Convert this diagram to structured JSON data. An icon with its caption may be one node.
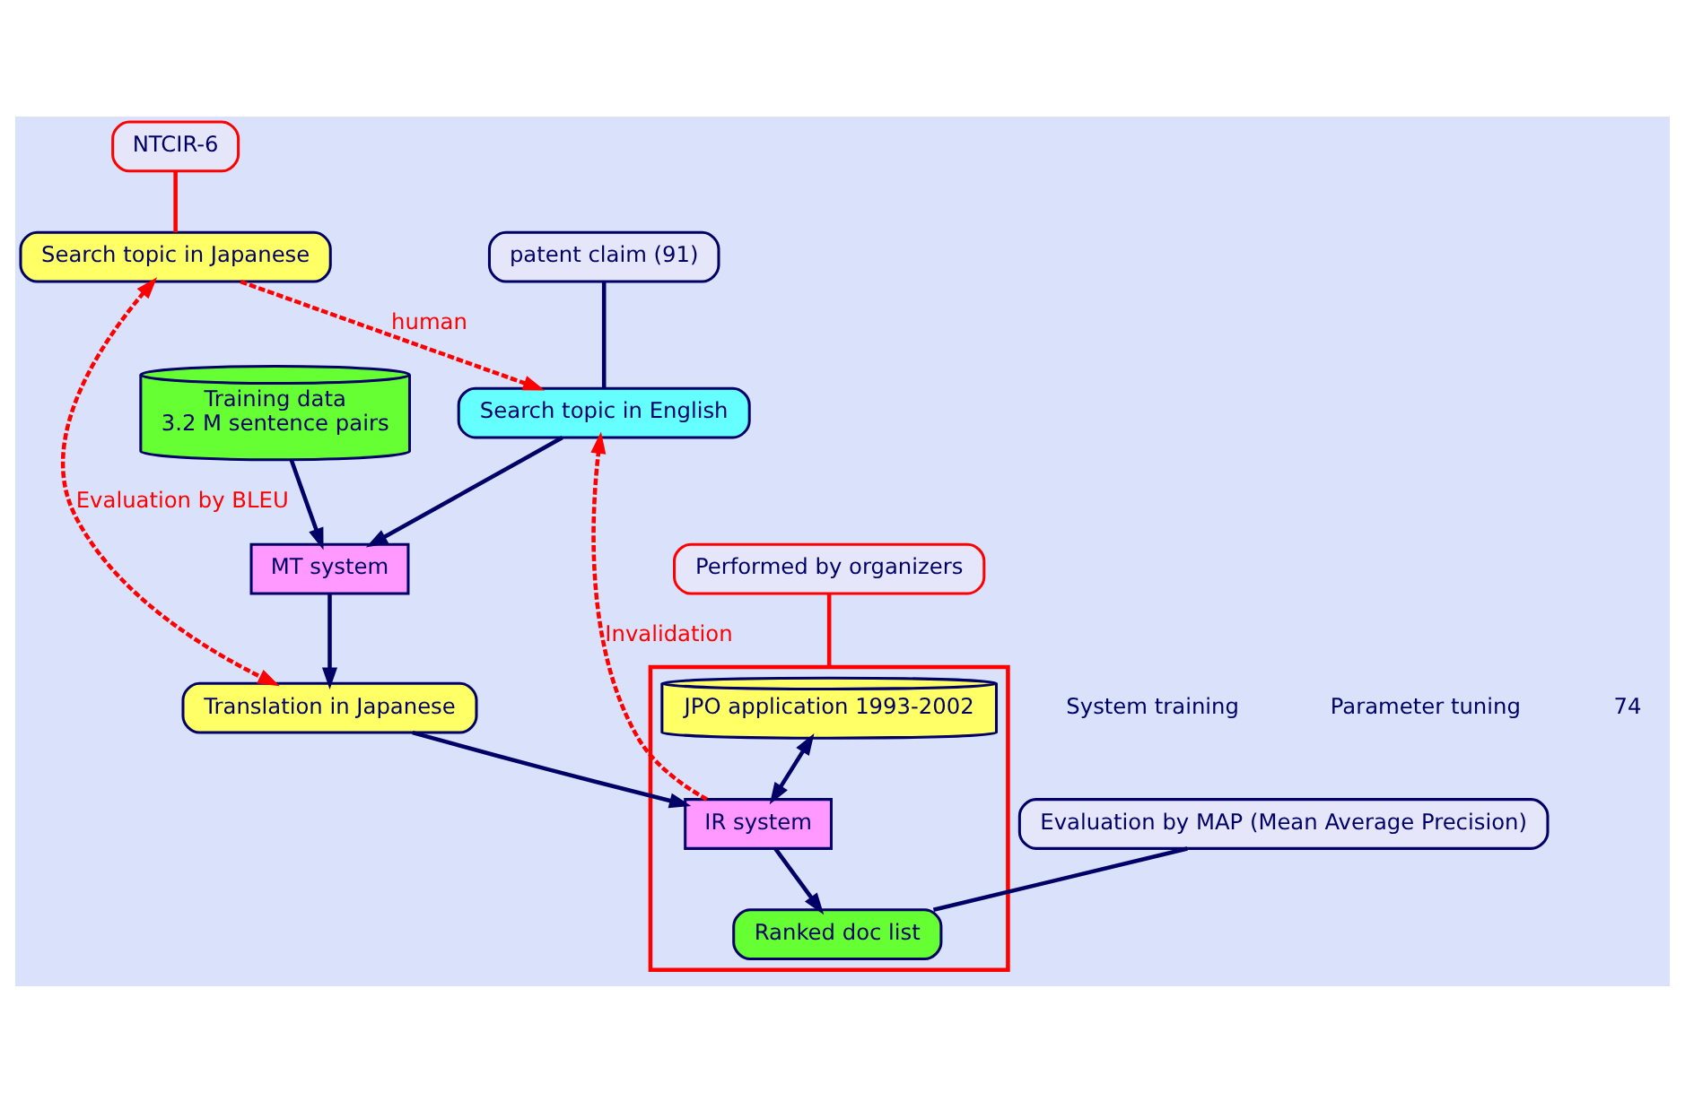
{
  "diagram": {
    "nodes": [
      {
        "text": [
          "NTCIR-6"
        ]
      },
      {
        "text": [
          "Search topic in Japanese"
        ]
      },
      {
        "text": [
          "patent claim (91)"
        ]
      },
      {
        "text": [
          "Search topic in English"
        ]
      },
      {
        "text": [
          "Performed by organizers"
        ]
      },
      {
        "text": [],
        "shape": "box"
      },
      {
        "text": [
          "JPO application 1993-2002"
        ],
        "in": 5
      },
      {
        "text": [
          "Training data",
          "3.2 M sentence pairs"
        ]
      },
      {
        "text": [
          "MT system"
        ]
      },
      {
        "text": [
          "Translation in Japanese"
        ]
      },
      {
        "text": [
          "IR system"
        ],
        "in": 5
      },
      {
        "text": [
          "Ranked doc list"
        ],
        "in": 5
      },
      {
        "text": [
          "Evaluation by MAP (Mean Average Precision)"
        ]
      }
    ],
    "edges": [
      {
        "from": 0,
        "to": 1,
        "arrow": "none",
        "color": "#ff0000"
      },
      {
        "from": 2,
        "to": 3,
        "arrow": "none"
      },
      {
        "from": 4,
        "to": 5,
        "arrow": "none",
        "color": "#ff0000"
      },
      {
        "from": 1,
        "to": 3,
        "arrow": "to",
        "label": "human",
        "style": "dashed",
        "color": "#ff0000"
      },
      {
        "from": 3,
        "to": 8,
        "arrow": "to"
      },
      {
        "from": 7,
        "to": 8,
        "arrow": "to"
      },
      {
        "from": 1,
        "to": 9,
        "arrow": "both",
        "label": "Evaluation by BLEU",
        "style": "dashed",
        "color": "#ff0000"
      },
      {
        "from": 8,
        "to": 9,
        "arrow": "to"
      },
      {
        "from": 10,
        "to": 3,
        "arrow": "to",
        "label": "Invalidation",
        "style": "dashed",
        "color": "#ff0000"
      },
      {
        "from": 9,
        "to": 10,
        "arrow": "to"
      },
      {
        "from": 6,
        "to": 10,
        "arrow": "both"
      },
      {
        "from": 10,
        "to": 11,
        "arrow": "to"
      },
      {
        "from": 12,
        "to": 11,
        "arrow": "none"
      }
    ],
    "labels": [
      "System training",
      "Parameter tuning",
      "74"
    ]
  }
}
